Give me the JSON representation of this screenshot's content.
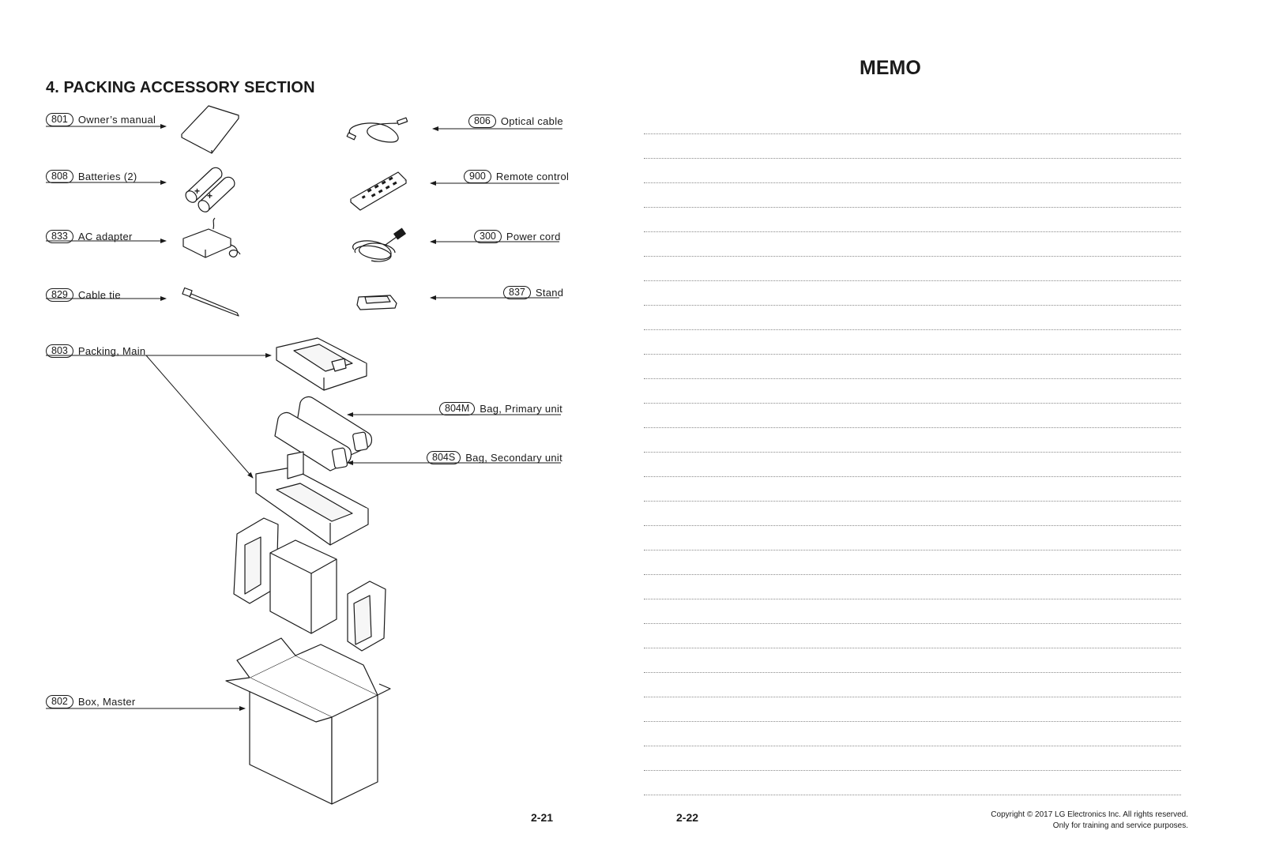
{
  "left_page": {
    "section_title": "4. PACKING ACCESSORY SECTION",
    "page_number": "2-21",
    "callouts": [
      {
        "id": "801",
        "label": "Owner’s manual"
      },
      {
        "id": "808",
        "label": "Batteries (2)"
      },
      {
        "id": "833",
        "label": "AC adapter"
      },
      {
        "id": "829",
        "label": "Cable tie"
      },
      {
        "id": "806",
        "label": "Optical cable"
      },
      {
        "id": "900",
        "label": "Remote control"
      },
      {
        "id": "300",
        "label": "Power cord"
      },
      {
        "id": "837",
        "label": "Stand"
      },
      {
        "id": "803",
        "label": "Packing, Main"
      },
      {
        "id": "804M",
        "label": "Bag, Primary unit"
      },
      {
        "id": "804S",
        "label": "Bag, Secondary unit"
      },
      {
        "id": "802",
        "label": "Box, Master"
      }
    ],
    "illustrations": [
      "owners-manual",
      "batteries",
      "ac-adapter",
      "cable-tie",
      "optical-cable",
      "remote-control",
      "power-cord",
      "stand",
      "packing-main-top",
      "bag-primary-unit",
      "bag-secondary-unit",
      "packing-main-bottom",
      "packing-side-foam",
      "box-master"
    ]
  },
  "right_page": {
    "memo_title": "MEMO",
    "page_number": "2-22",
    "copyright_line1": "Copyright © 2017 LG Electronics Inc. All rights reserved.",
    "copyright_line2": "Only for training and service purposes."
  }
}
